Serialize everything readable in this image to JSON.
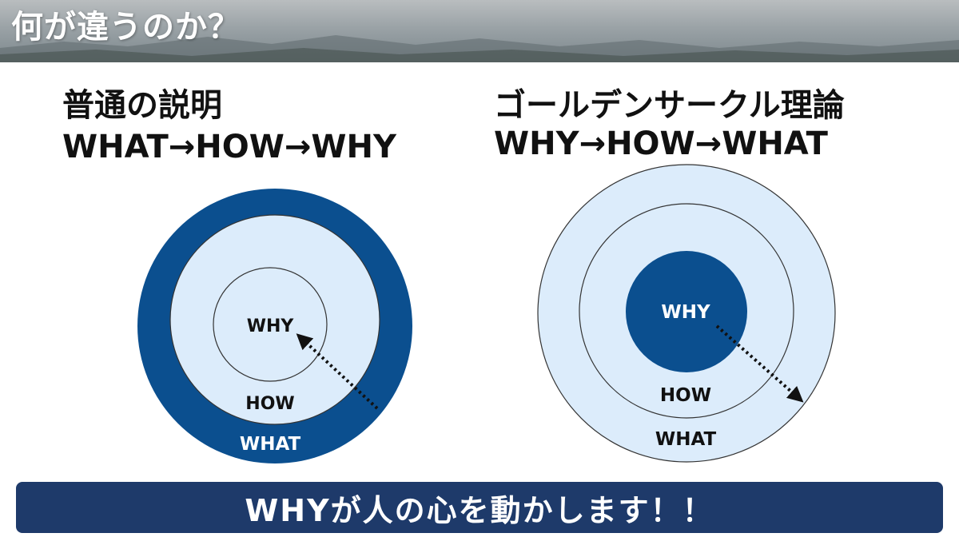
{
  "header": {
    "title": "何が違うのか？"
  },
  "left": {
    "title": "普通の説明",
    "subtitle": "WHAT→HOW→WHY",
    "circle_labels": {
      "why": "WHY",
      "how": "HOW",
      "what": "WHAT"
    }
  },
  "right": {
    "title": "ゴールデンサークル理論",
    "subtitle": "WHY→HOW→WHAT",
    "circle_labels": {
      "why": "WHY",
      "how": "HOW",
      "what": "WHAT"
    }
  },
  "banner": {
    "text": "WHYが人の心を動かします！！"
  },
  "colors": {
    "dark_blue": "#0b4f8f",
    "light_blue": "#dcecfb",
    "banner_navy": "#1e3a6a",
    "ring_stroke": "#333333"
  }
}
